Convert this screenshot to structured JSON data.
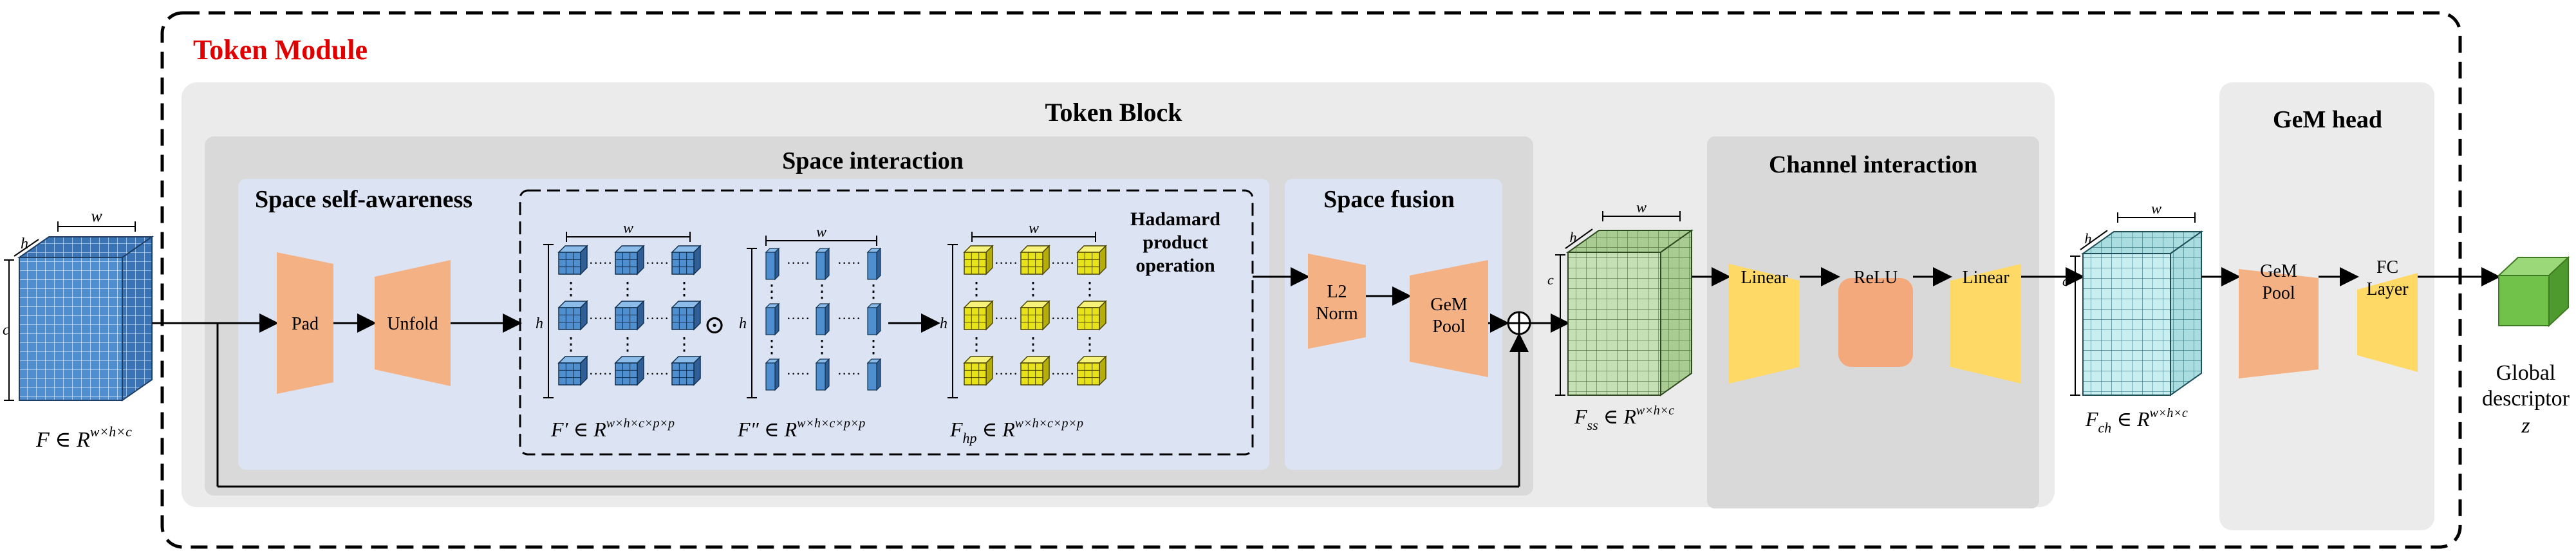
{
  "module": {
    "title": "Token Module",
    "title_color": "#e00000"
  },
  "token_block": {
    "title": "Token Block"
  },
  "space_interaction": {
    "title": "Space interaction"
  },
  "space_self_awareness": {
    "title": "Space self-awareness",
    "pad_label": "Pad",
    "unfold_label": "Unfold"
  },
  "hadamard": {
    "label_line1": "Hadamard",
    "label_line2": "product",
    "label_line3": "operation",
    "odot": "⊙",
    "f_prime_formula": "F′ ∈ R",
    "f_prime_sup": "w×h×c×p×p",
    "f_dprime_formula": "F″ ∈ R",
    "f_dprime_sup": "w×h×c×p×p",
    "f_hp_formula": "F",
    "f_hp_sub": "hp",
    "f_hp_rest": " ∈ R",
    "f_hp_sup": "w×h×c×p×p",
    "dim_w": "w",
    "dim_h": "h",
    "dots_h": "·····",
    "dots_v": "⋮"
  },
  "space_fusion": {
    "title": "Space fusion",
    "l2_line1": "L2",
    "l2_line2": "Norm",
    "gem_line1": "GeM",
    "gem_line2": "Pool"
  },
  "channel_interaction": {
    "title": "Channel interaction",
    "linear1": "Linear",
    "relu": "ReLU",
    "linear2": "Linear"
  },
  "gem_head": {
    "title": "GeM head",
    "gem_line1": "GeM",
    "gem_line2": "Pool",
    "fc_line1": "FC",
    "fc_line2": "Layer"
  },
  "tensors": {
    "input": {
      "name": "F",
      "rest": " ∈ R",
      "sup": "w×h×c",
      "w": "w",
      "h": "h",
      "c": "c"
    },
    "fss": {
      "name": "F",
      "sub": "ss",
      "rest": " ∈ R",
      "sup": "w×h×c",
      "w": "w",
      "h": "h",
      "c": "c"
    },
    "fch": {
      "name": "F",
      "sub": "ch",
      "rest": " ∈ R",
      "sup": "w×h×c",
      "w": "w",
      "h": "h",
      "c": "c"
    }
  },
  "output": {
    "line1": "Global",
    "line2": "descriptor",
    "var": "z"
  },
  "colors": {
    "outer_panel": "#ebebeb",
    "inner_panel": "#d9d9d9",
    "blue_panel": "#dce3f3",
    "peach": "#f4b183",
    "orange_box": "#f3a97b",
    "yellow": "#ffd966",
    "blue_cube": "#4f8fd0",
    "green_cube": "#c5e0b4",
    "cyan_cube": "#c9eef0",
    "yellow_cube": "#e8e21a",
    "descriptor_green": "#70c24a"
  }
}
